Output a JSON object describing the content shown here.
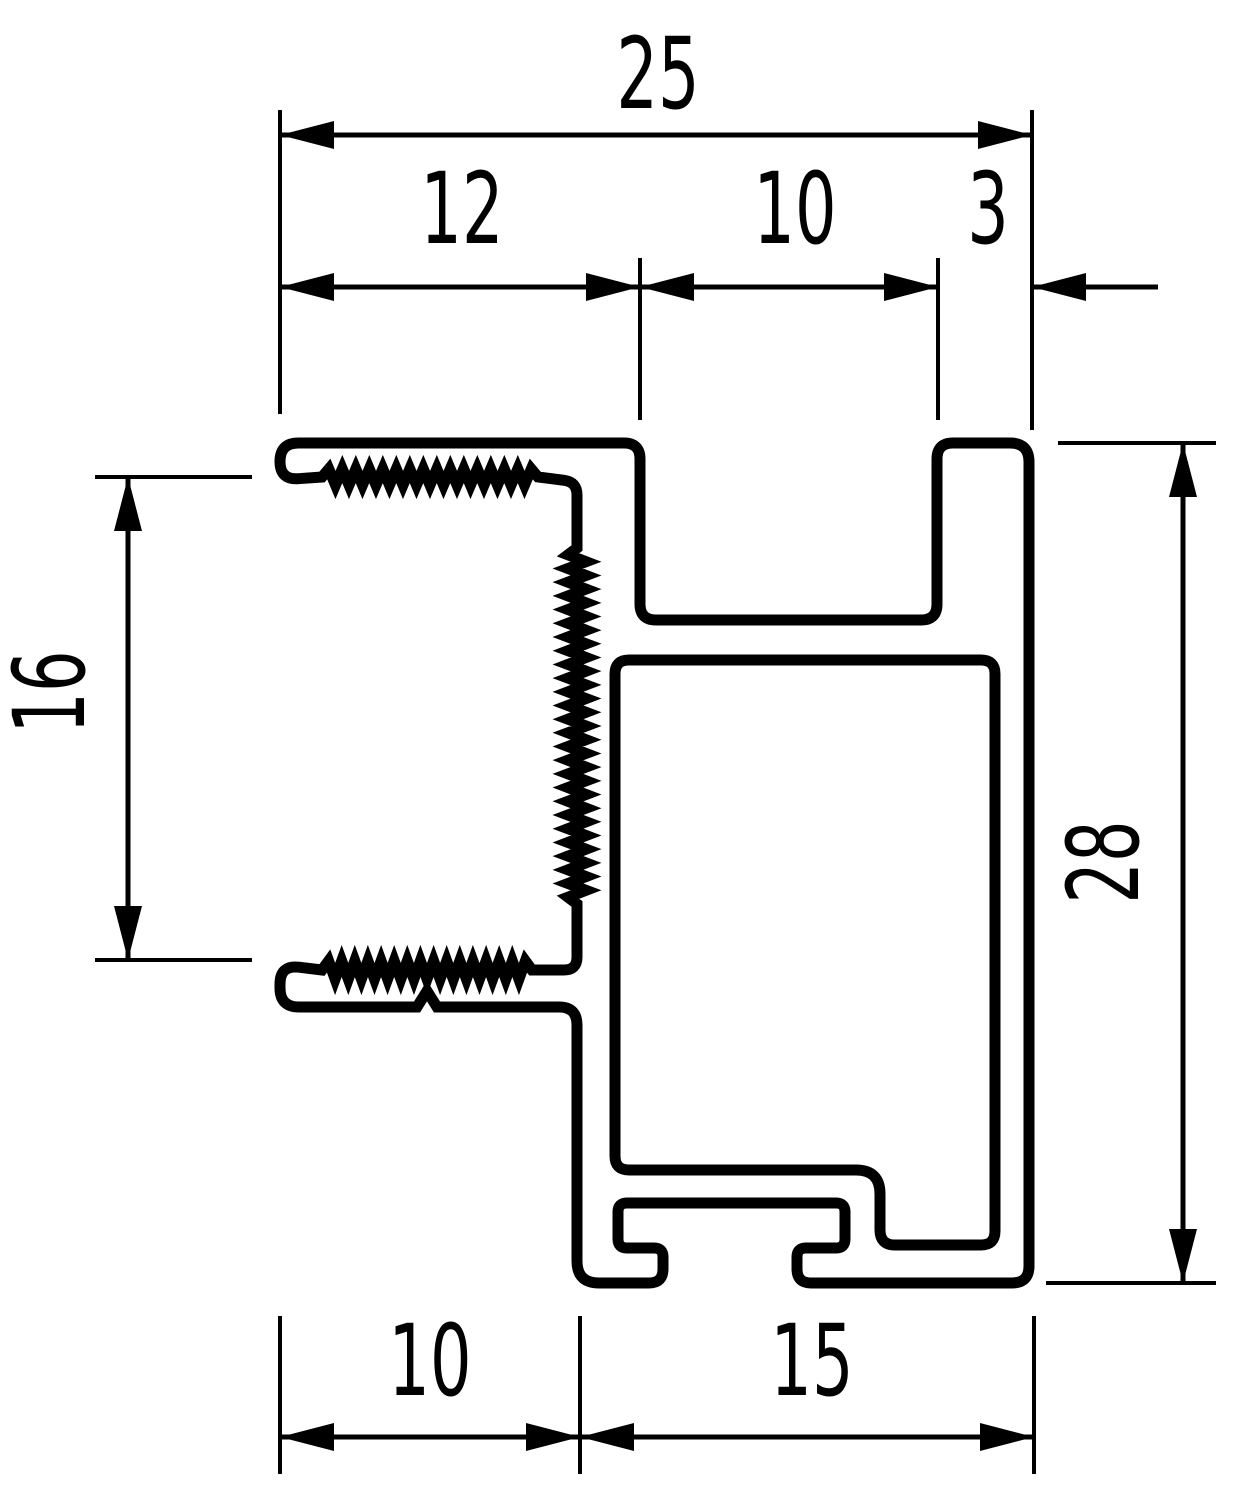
{
  "drawing": {
    "kind": "extrusion-profile-cross-section",
    "colors": {
      "line": "#000000",
      "background": "#ffffff"
    },
    "dimensions": {
      "top_total": {
        "label": "25"
      },
      "top_left_segment": {
        "label": "12"
      },
      "top_mid_segment": {
        "label": "10"
      },
      "top_right_segment": {
        "label": "3"
      },
      "left_opening": {
        "label": "16"
      },
      "right_height": {
        "label": "28"
      },
      "bottom_left_segment": {
        "label": "10"
      },
      "bottom_right_segment": {
        "label": "15"
      }
    }
  }
}
